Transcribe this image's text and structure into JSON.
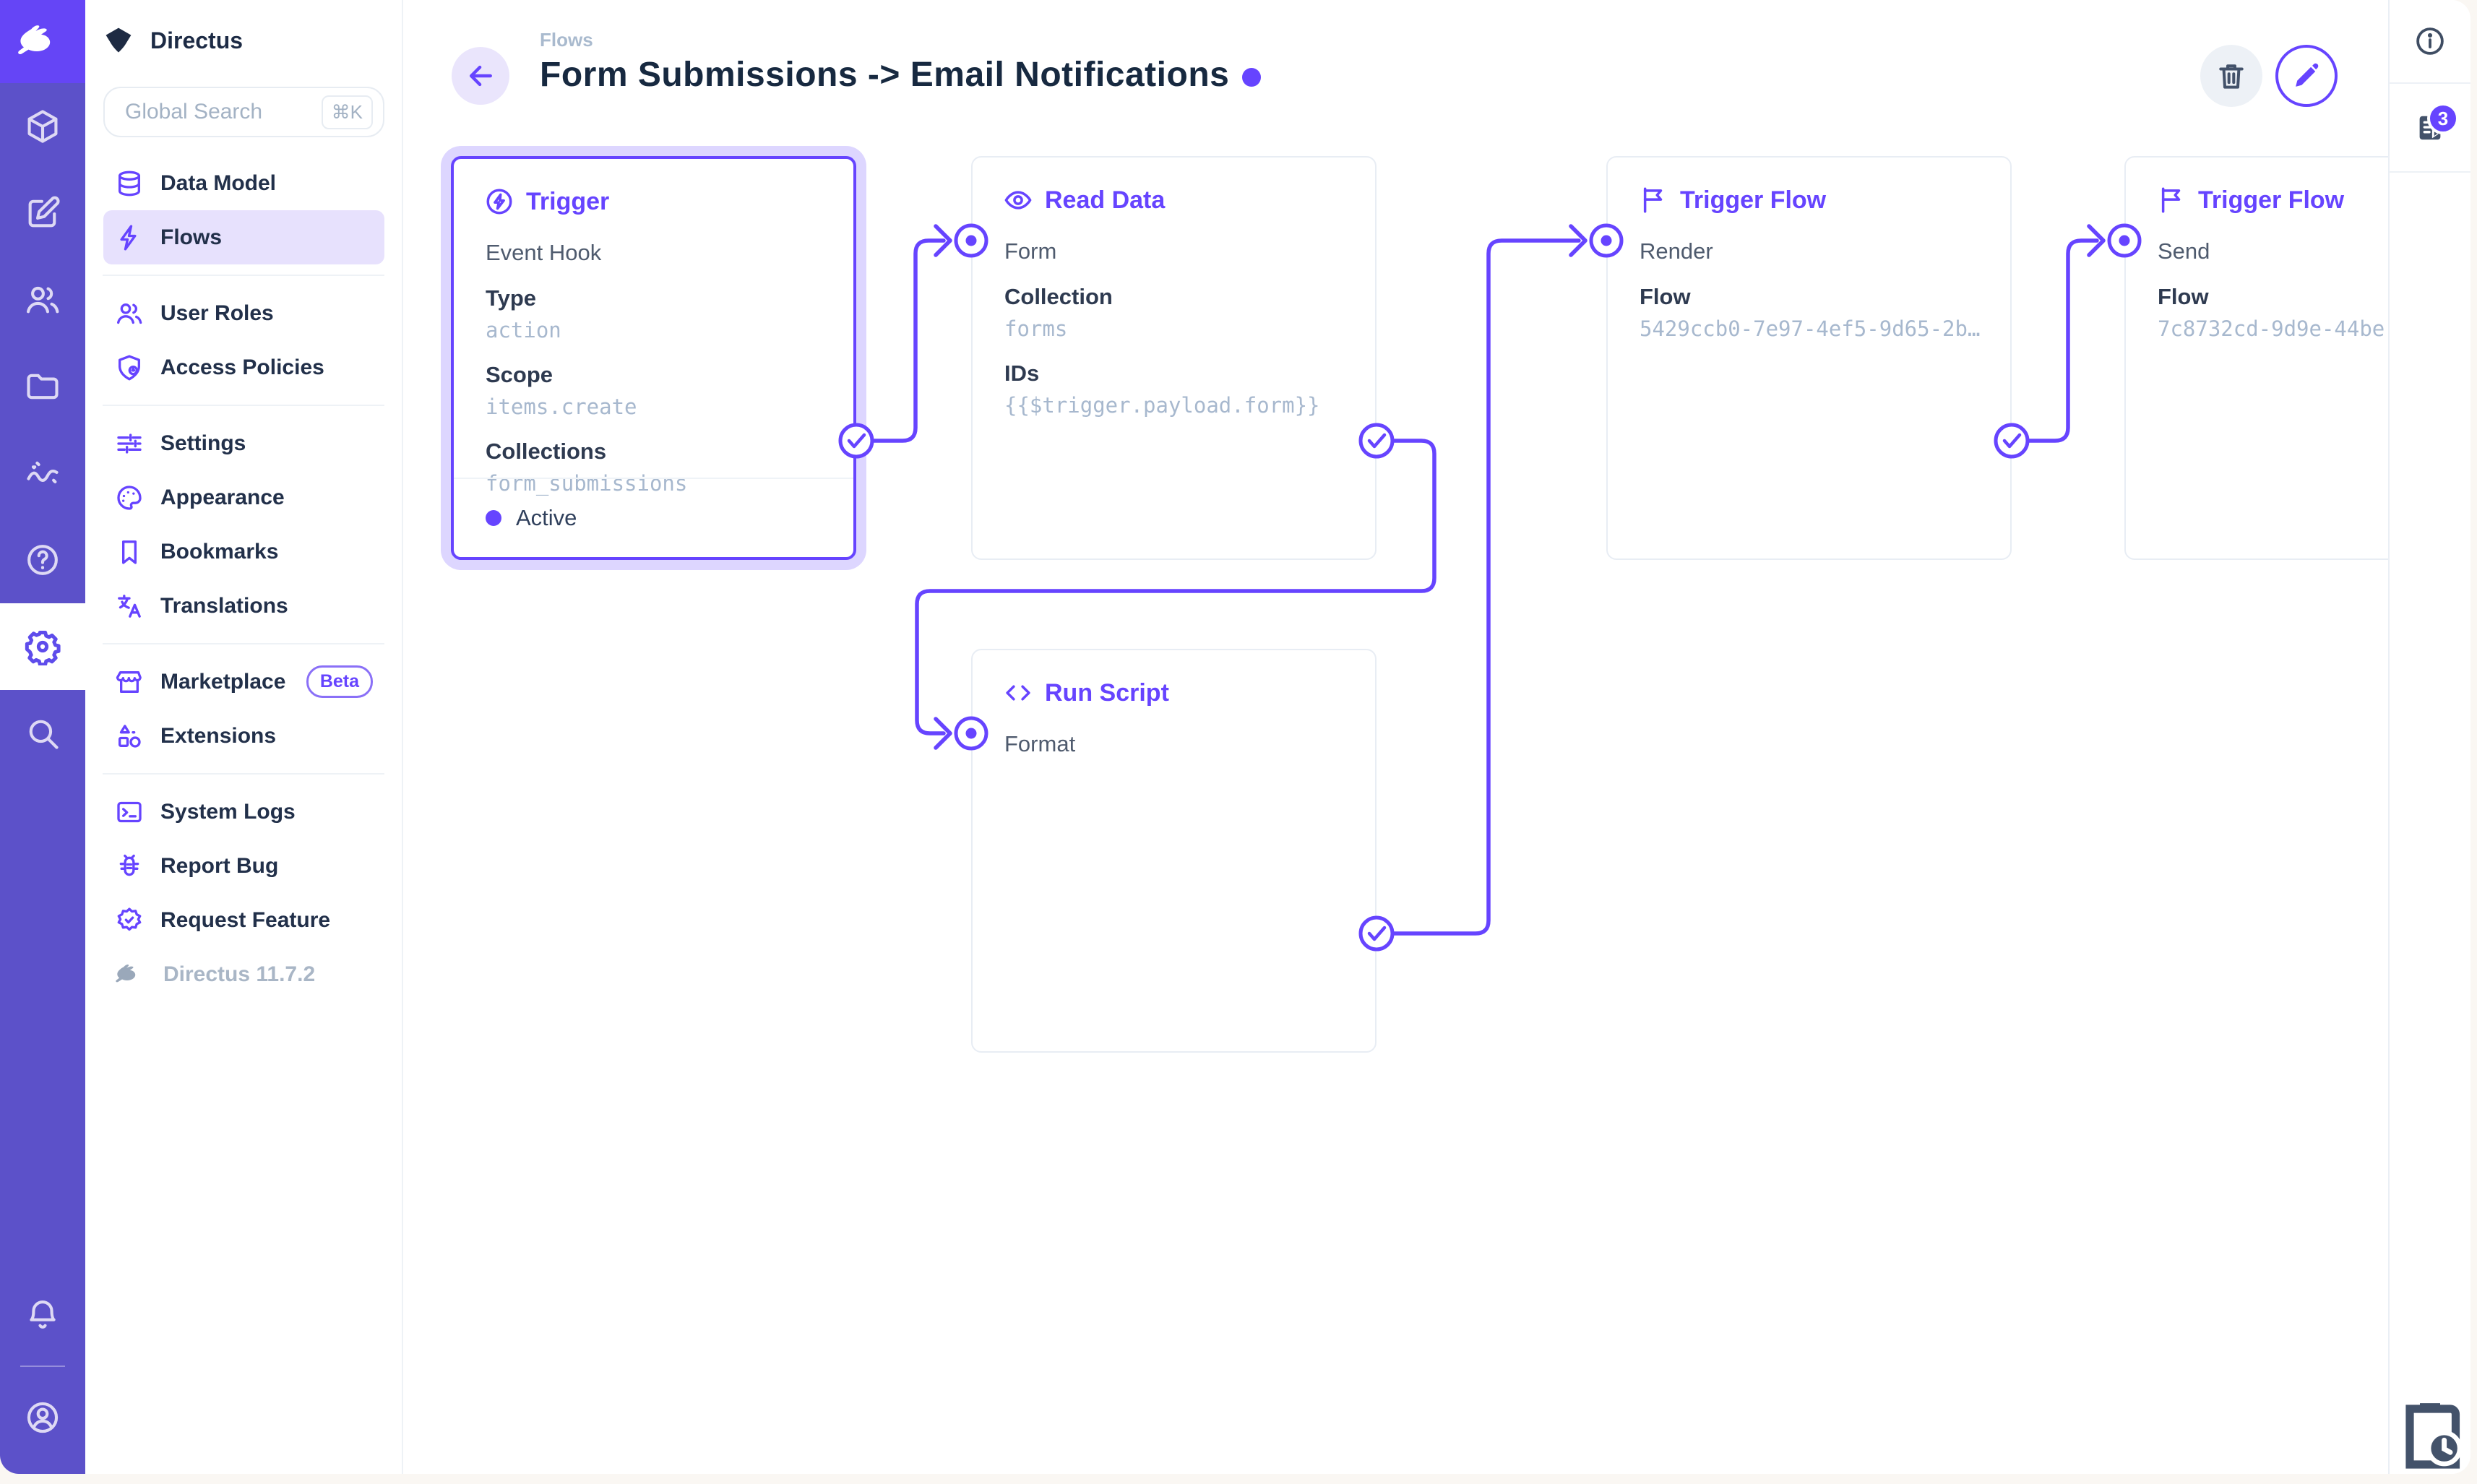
{
  "colors": {
    "accent": "#6644FF",
    "module_bar": "#5C51C9",
    "logo_bg": "#6545F6",
    "active_nav_bg": "#E7E1FD",
    "page_bg": "#FAF7F3",
    "mono_text": "#A7B8CE",
    "title_text": "#172940"
  },
  "nav": {
    "project": "Directus",
    "search": {
      "placeholder": "Global Search",
      "shortcut": "⌘K"
    },
    "items": [
      {
        "label": "Data Model"
      },
      {
        "label": "Flows"
      },
      {
        "label": "User Roles"
      },
      {
        "label": "Access Policies"
      },
      {
        "label": "Settings"
      },
      {
        "label": "Appearance"
      },
      {
        "label": "Bookmarks"
      },
      {
        "label": "Translations"
      },
      {
        "label": "Marketplace",
        "badge": "Beta"
      },
      {
        "label": "Extensions"
      },
      {
        "label": "System Logs"
      },
      {
        "label": "Report Bug"
      },
      {
        "label": "Request Feature"
      }
    ],
    "version": "Directus 11.7.2"
  },
  "header": {
    "breadcrumb": "Flows",
    "title": "Form Submissions -> Email Notifications"
  },
  "sidebar": {
    "notification_count": "3"
  },
  "flow": {
    "panels": [
      {
        "title": "Trigger",
        "name": "Event Hook",
        "fields": [
          {
            "label": "Type",
            "value": "action"
          },
          {
            "label": "Scope",
            "value": "items.create"
          },
          {
            "label": "Collections",
            "value": "form_submissions"
          }
        ],
        "status": "Active"
      },
      {
        "title": "Read Data",
        "name": "Form",
        "fields": [
          {
            "label": "Collection",
            "value": "forms"
          },
          {
            "label": "IDs",
            "value": "{{$trigger.payload.form}}"
          }
        ]
      },
      {
        "title": "Run Script",
        "name": "Format"
      },
      {
        "title": "Trigger Flow",
        "name": "Render",
        "fields": [
          {
            "label": "Flow",
            "value": "5429ccb0-7e97-4ef5-9d65-2b…"
          }
        ]
      },
      {
        "title": "Trigger Flow",
        "name": "Send",
        "fields": [
          {
            "label": "Flow",
            "value": "7c8732cd-9d9e-44be"
          }
        ]
      }
    ]
  }
}
